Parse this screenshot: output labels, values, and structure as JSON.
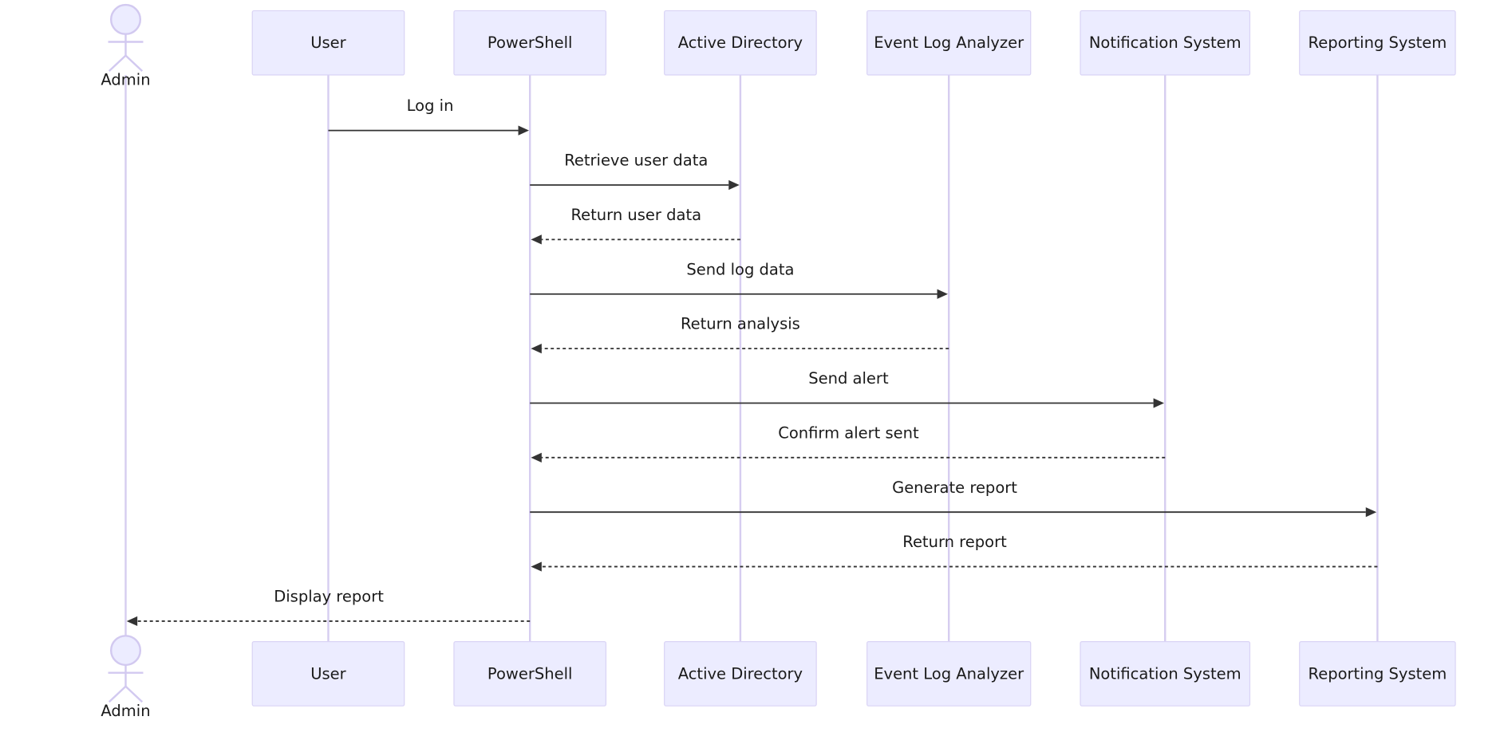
{
  "participants": [
    {
      "id": "admin",
      "label": "Admin",
      "kind": "actor"
    },
    {
      "id": "user",
      "label": "User",
      "kind": "box"
    },
    {
      "id": "powershell",
      "label": "PowerShell",
      "kind": "box"
    },
    {
      "id": "ad",
      "label": "Active Directory",
      "kind": "box"
    },
    {
      "id": "ela",
      "label": "Event Log Analyzer",
      "kind": "box"
    },
    {
      "id": "notify",
      "label": "Notification System",
      "kind": "box"
    },
    {
      "id": "report",
      "label": "Reporting System",
      "kind": "box"
    }
  ],
  "messages": [
    {
      "from": "user",
      "to": "powershell",
      "label": "Log in",
      "style": "solid"
    },
    {
      "from": "powershell",
      "to": "ad",
      "label": "Retrieve user data",
      "style": "solid"
    },
    {
      "from": "ad",
      "to": "powershell",
      "label": "Return user data",
      "style": "dotted"
    },
    {
      "from": "powershell",
      "to": "ela",
      "label": "Send log data",
      "style": "solid"
    },
    {
      "from": "ela",
      "to": "powershell",
      "label": "Return analysis",
      "style": "dotted"
    },
    {
      "from": "powershell",
      "to": "notify",
      "label": "Send alert",
      "style": "solid"
    },
    {
      "from": "notify",
      "to": "powershell",
      "label": "Confirm alert sent",
      "style": "dotted"
    },
    {
      "from": "powershell",
      "to": "report",
      "label": "Generate report",
      "style": "solid"
    },
    {
      "from": "report",
      "to": "powershell",
      "label": "Return report",
      "style": "dotted"
    },
    {
      "from": "powershell",
      "to": "admin",
      "label": "Display report",
      "style": "dotted"
    }
  ],
  "colors": {
    "box_fill": "#ececff",
    "box_stroke": "#d9d3f5",
    "lifeline": "#d6cdf0",
    "message": "#333333"
  }
}
